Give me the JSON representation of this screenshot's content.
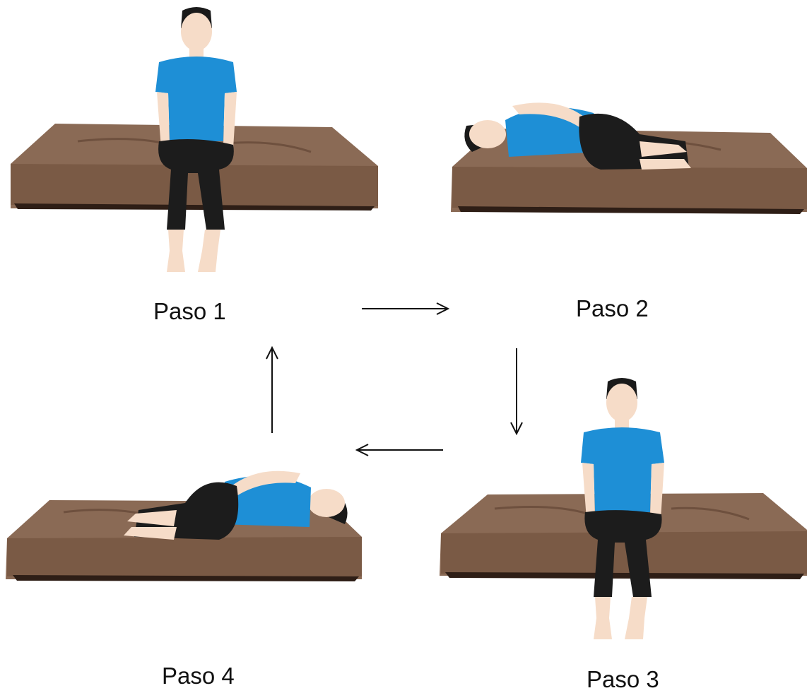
{
  "steps": [
    {
      "label": "Paso 1",
      "pose": "sitting-on-mattress-edge"
    },
    {
      "label": "Paso 2",
      "pose": "lying-on-side-head-left"
    },
    {
      "label": "Paso 3",
      "pose": "sitting-on-mattress-edge"
    },
    {
      "label": "Paso 4",
      "pose": "lying-on-side-head-right"
    }
  ],
  "colors": {
    "mattress_top": "#8a6a55",
    "mattress_side": "#7a5a45",
    "mattress_shadow": "#2e1e16",
    "shirt": "#1e8fd6",
    "pants": "#1c1c1c",
    "hair": "#1a1a1a",
    "skin": "#f6dcc8",
    "arrow": "#111111"
  }
}
